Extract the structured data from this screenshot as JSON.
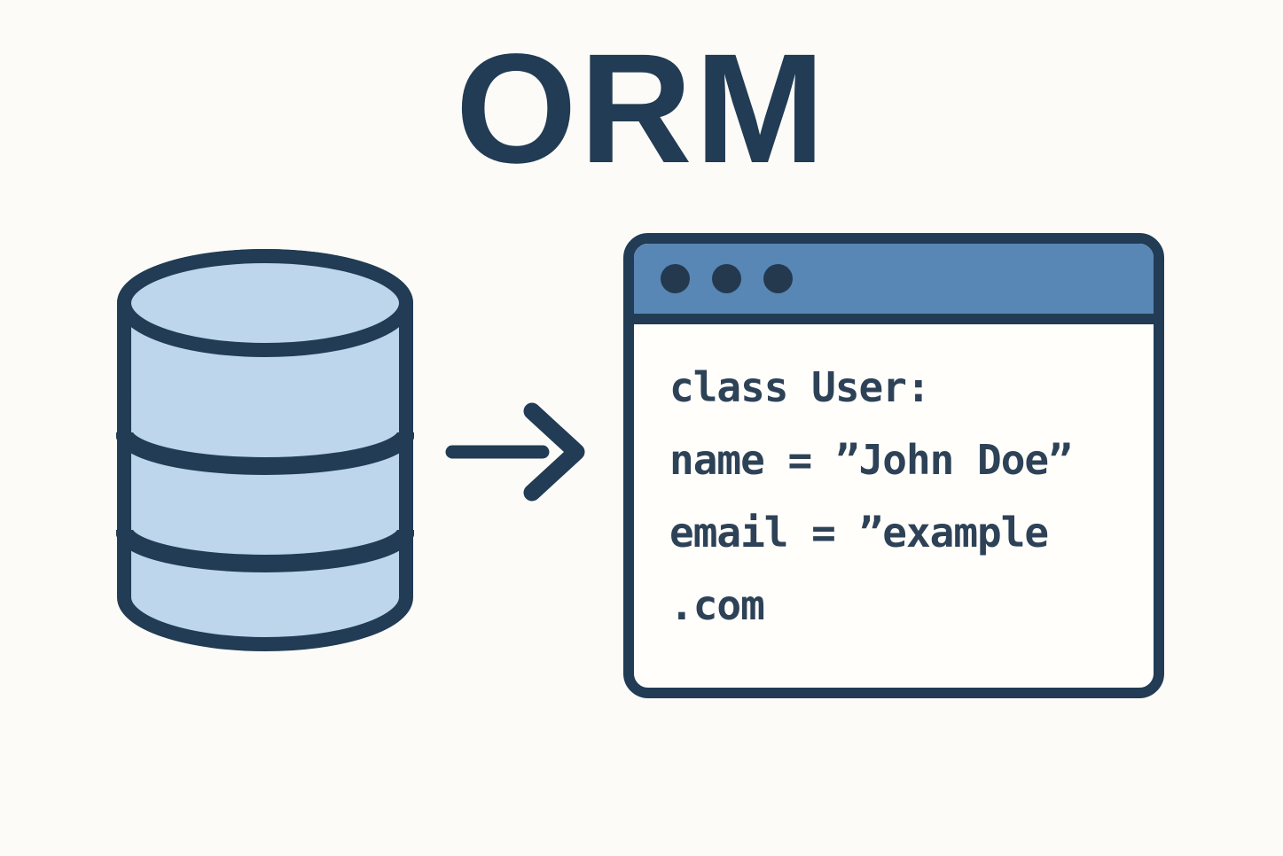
{
  "title": "ORM",
  "icons": {
    "database": "database-cylinder-icon",
    "arrow": "right-arrow-icon",
    "window_dots_count": 3
  },
  "code_window": {
    "code_lines": [
      "class User:",
      "name = ”John Doe”",
      "email = ”example",
      ".com"
    ]
  },
  "colors": {
    "background": "#fdfbf7",
    "dark_navy": "#213c54",
    "titlebar_blue": "#5886b5",
    "dot_navy": "#24394e",
    "cylinder_blue": "#bdd6ec",
    "window_bg": "#fffefb",
    "code_text": "#2e4257"
  }
}
